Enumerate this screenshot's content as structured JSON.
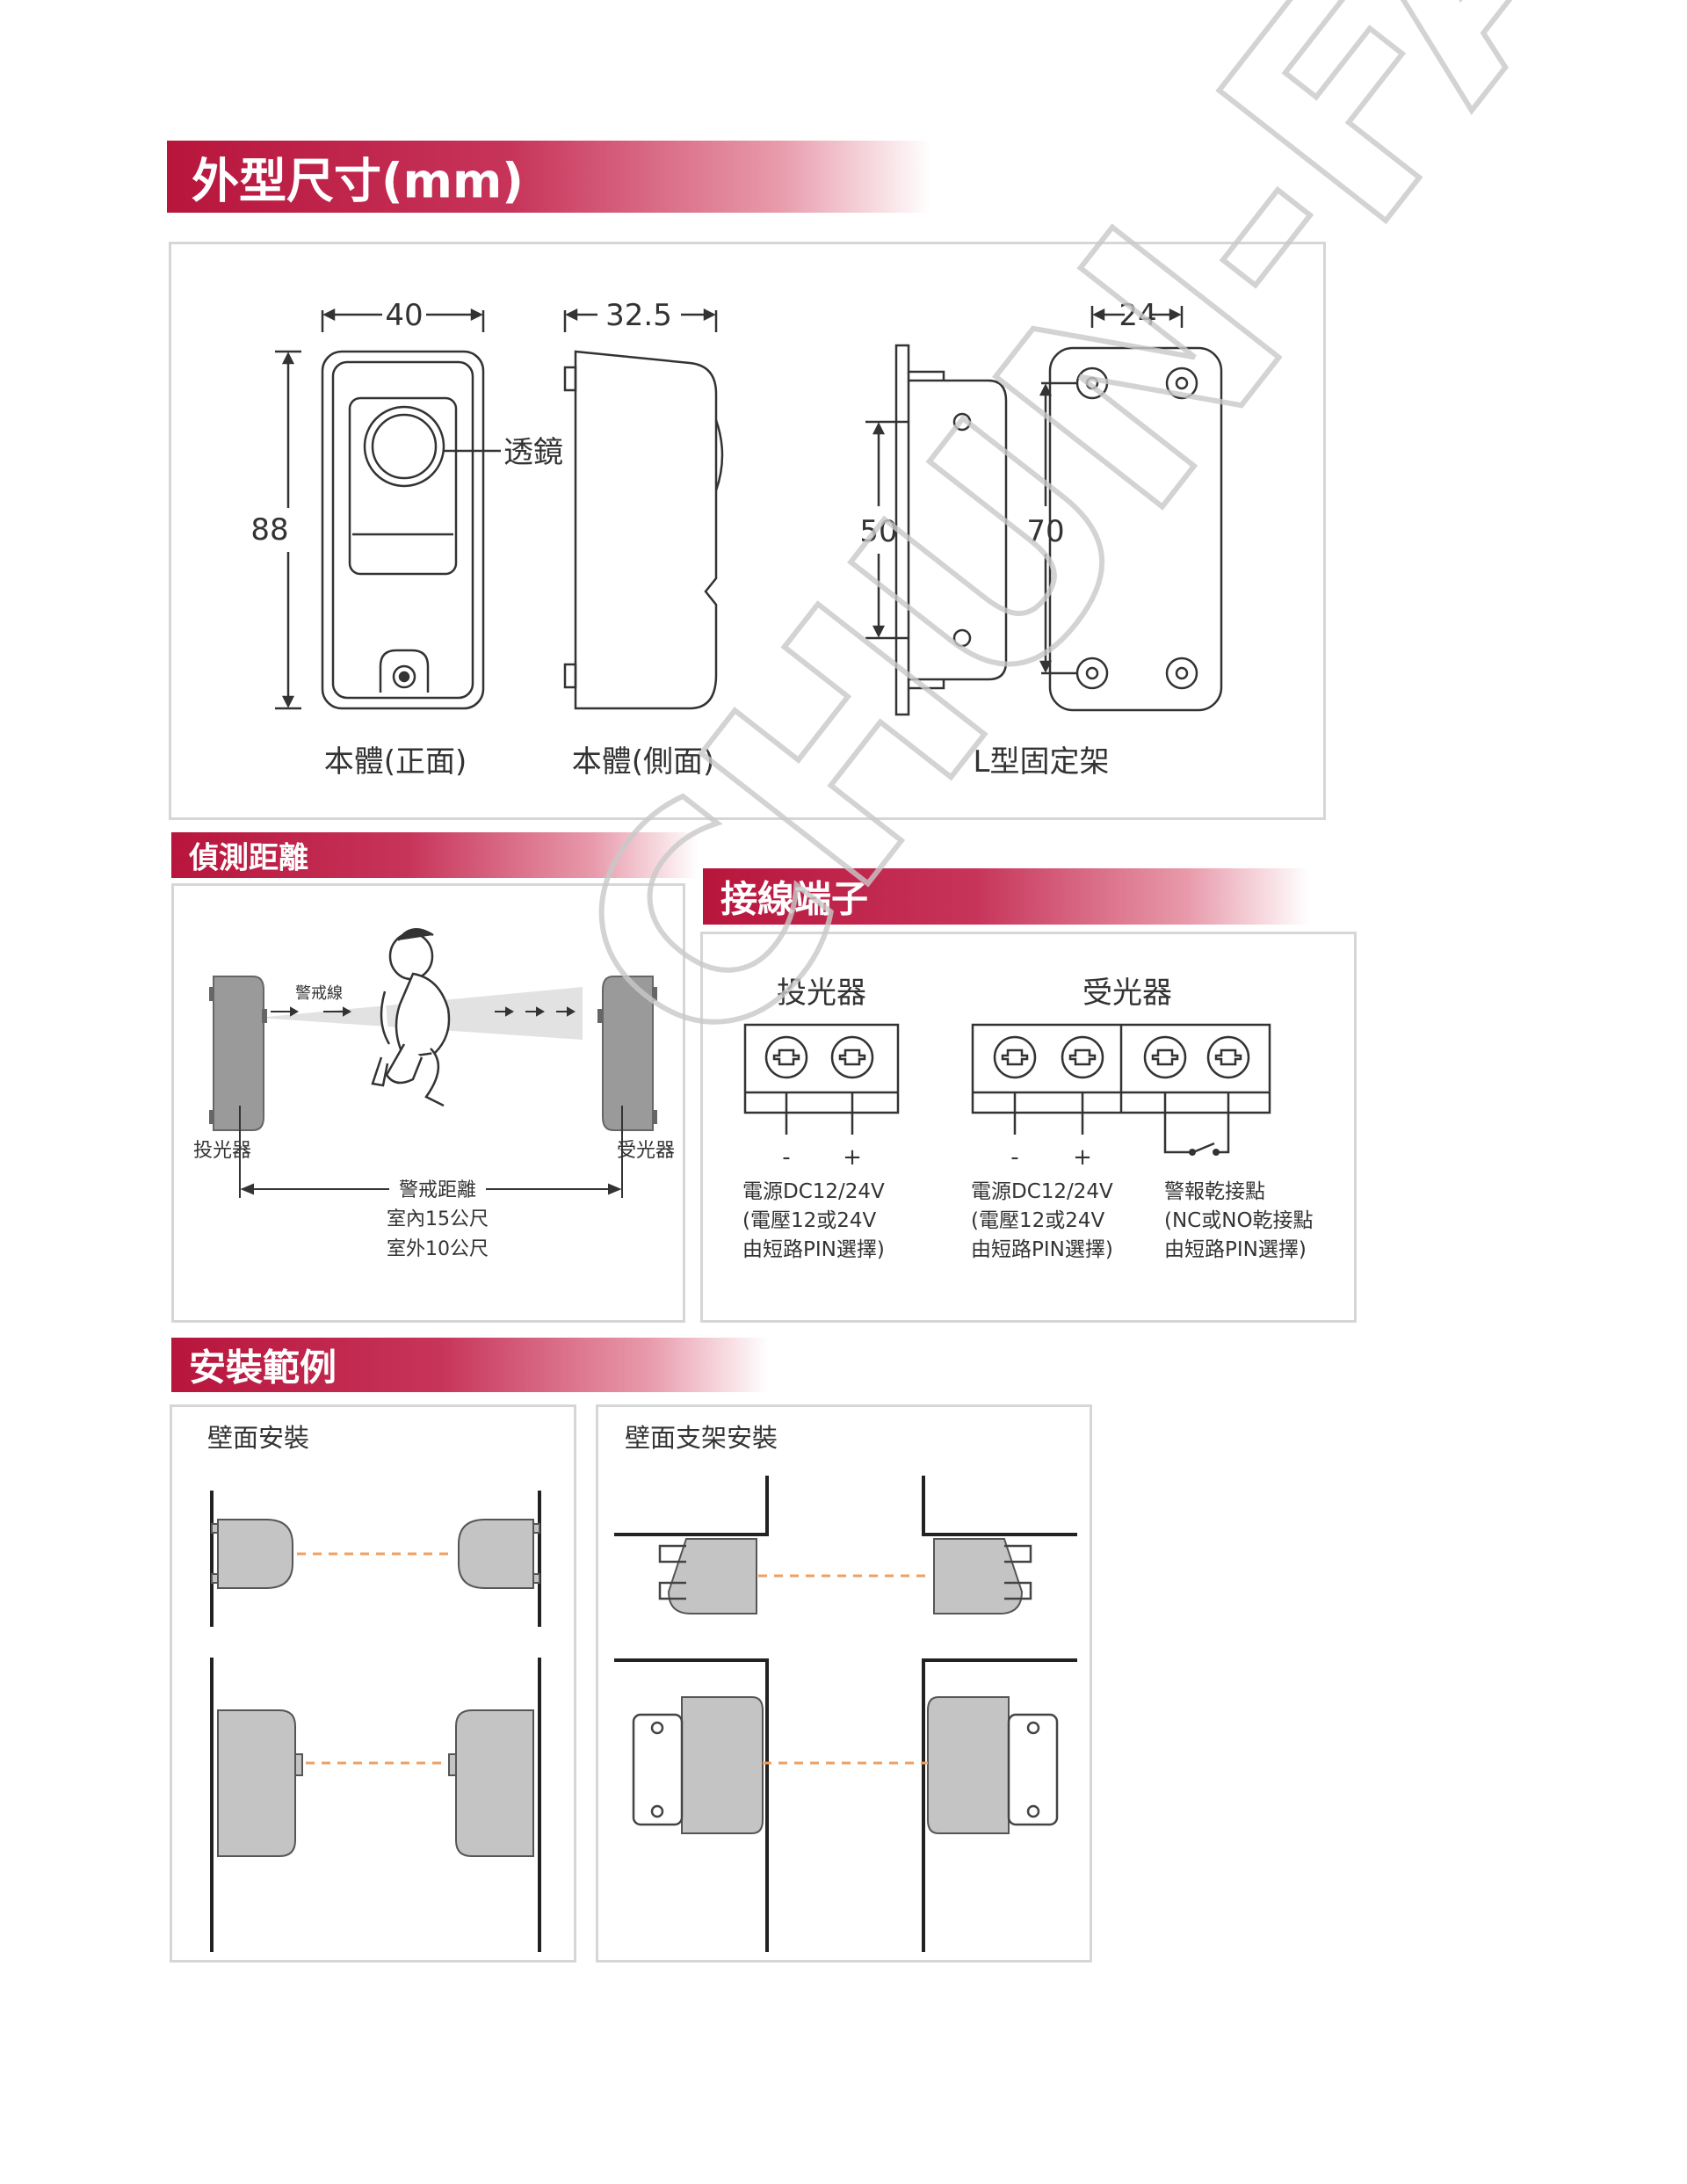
{
  "sections": {
    "dimensions": {
      "title": "外型尺寸(mm)"
    },
    "detection": {
      "title": "偵測距離"
    },
    "terminals": {
      "title": "接線端子"
    },
    "install": {
      "title": "安裝範例"
    }
  },
  "dimensions": {
    "front": {
      "width": "40",
      "height": "88",
      "lens": "透鏡",
      "caption": "本體(正面)"
    },
    "side": {
      "depth": "32.5",
      "caption": "本體(側面)"
    },
    "bracket": {
      "inner": "50",
      "outer": "70",
      "width": "24",
      "caption": "L型固定架"
    }
  },
  "detection": {
    "beam_label": "警戒線",
    "transmitter": "投光器",
    "receiver": "受光器",
    "distance_label": "警戒距離",
    "indoor": "室內15公尺",
    "outdoor": "室外10公尺"
  },
  "terminals": {
    "transmitter": {
      "title": "投光器",
      "minus": "-",
      "plus": "+",
      "line1": "電源DC12/24V",
      "line2": "(電壓12或24V",
      "line3": "由短路PIN選擇)"
    },
    "receiver": {
      "title": "受光器",
      "minus": "-",
      "plus": "+",
      "power1": "電源DC12/24V",
      "power2": "(電壓12或24V",
      "power3": "由短路PIN選擇)",
      "alarm1": "警報乾接點",
      "alarm2": "(NC或NO乾接點",
      "alarm3": "由短路PIN選擇)"
    }
  },
  "install": {
    "wall": {
      "title": "壁面安裝"
    },
    "bracket": {
      "title": "壁面支架安裝"
    }
  },
  "watermark": "CHUN-FAN",
  "colors": {
    "accent": "#b8153c",
    "device": "#c4c4c4",
    "beam": "#f0a060",
    "border": "#d6d6d6"
  }
}
